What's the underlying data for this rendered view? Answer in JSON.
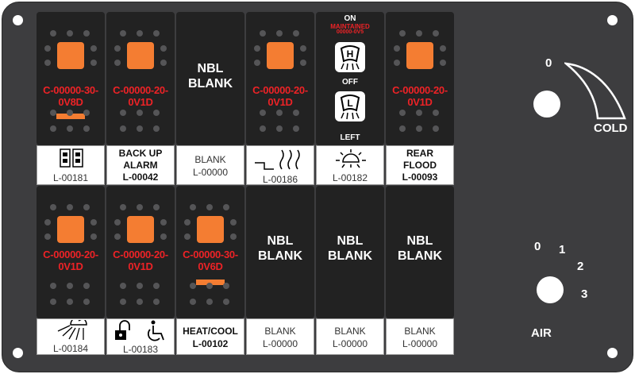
{
  "panel": {
    "accent": "#f47d32",
    "code_color": "#ed2226",
    "body_color": "#3d3d3f"
  },
  "switches": {
    "s1": {
      "code_line1": "C-00000-30-",
      "code_line2": "0V8D",
      "label_num": "L-00181",
      "label_icon": "double-box-icon"
    },
    "s2": {
      "code_line1": "C-00000-20-",
      "code_line2": "0V1D",
      "label_line1": "BACK UP",
      "label_line2": "ALARM",
      "label_num": "L-00042"
    },
    "s3": {
      "blank_line1": "NBL",
      "blank_line2": "BLANK",
      "label_line1": "BLANK",
      "label_num": "L-00000"
    },
    "s4": {
      "code_line1": "C-00000-20-",
      "code_line2": "0V1D",
      "label_num": "L-00186",
      "label_icon": "heat-waves-icon"
    },
    "s5": {
      "top": "ON",
      "sub": "MAINTAINED",
      "sub2": "00000-0V5",
      "h_letter": "H",
      "mid": "OFF",
      "l_letter": "L",
      "bottom": "LEFT",
      "label_num": "L-00182",
      "label_icon": "sun-rays-icon"
    },
    "s6": {
      "code_line1": "C-00000-20-",
      "code_line2": "0V1D",
      "label_line1": "REAR",
      "label_line2": "FLOOD",
      "label_num": "L-00093"
    },
    "s7": {
      "code_line1": "C-00000-20-",
      "code_line2": "0V1D",
      "label_num": "L-00184",
      "label_icon": "shower-light-icon"
    },
    "s8": {
      "code_line1": "C-00000-20-",
      "code_line2": "0V1D",
      "label_num": "L-00183",
      "label_icon": "lock-wheelchair-icon"
    },
    "s9": {
      "code_line1": "C-00000-30-",
      "code_line2": "0V6D",
      "label_line1": "HEAT/COOL",
      "label_num": "L-00102"
    },
    "s10": {
      "blank_line1": "NBL",
      "blank_line2": "BLANK",
      "label_line1": "BLANK",
      "label_num": "L-00000"
    },
    "s11": {
      "blank_line1": "NBL",
      "blank_line2": "BLANK",
      "label_line1": "BLANK",
      "label_num": "L-00000"
    },
    "s12": {
      "blank_line1": "NBL",
      "blank_line2": "BLANK",
      "label_line1": "BLANK",
      "label_num": "L-00000"
    }
  },
  "temp_knob": {
    "zero": "0",
    "label": "COLD"
  },
  "air_knob": {
    "p0": "0",
    "p1": "1",
    "p2": "2",
    "p3": "3",
    "label": "AIR"
  }
}
